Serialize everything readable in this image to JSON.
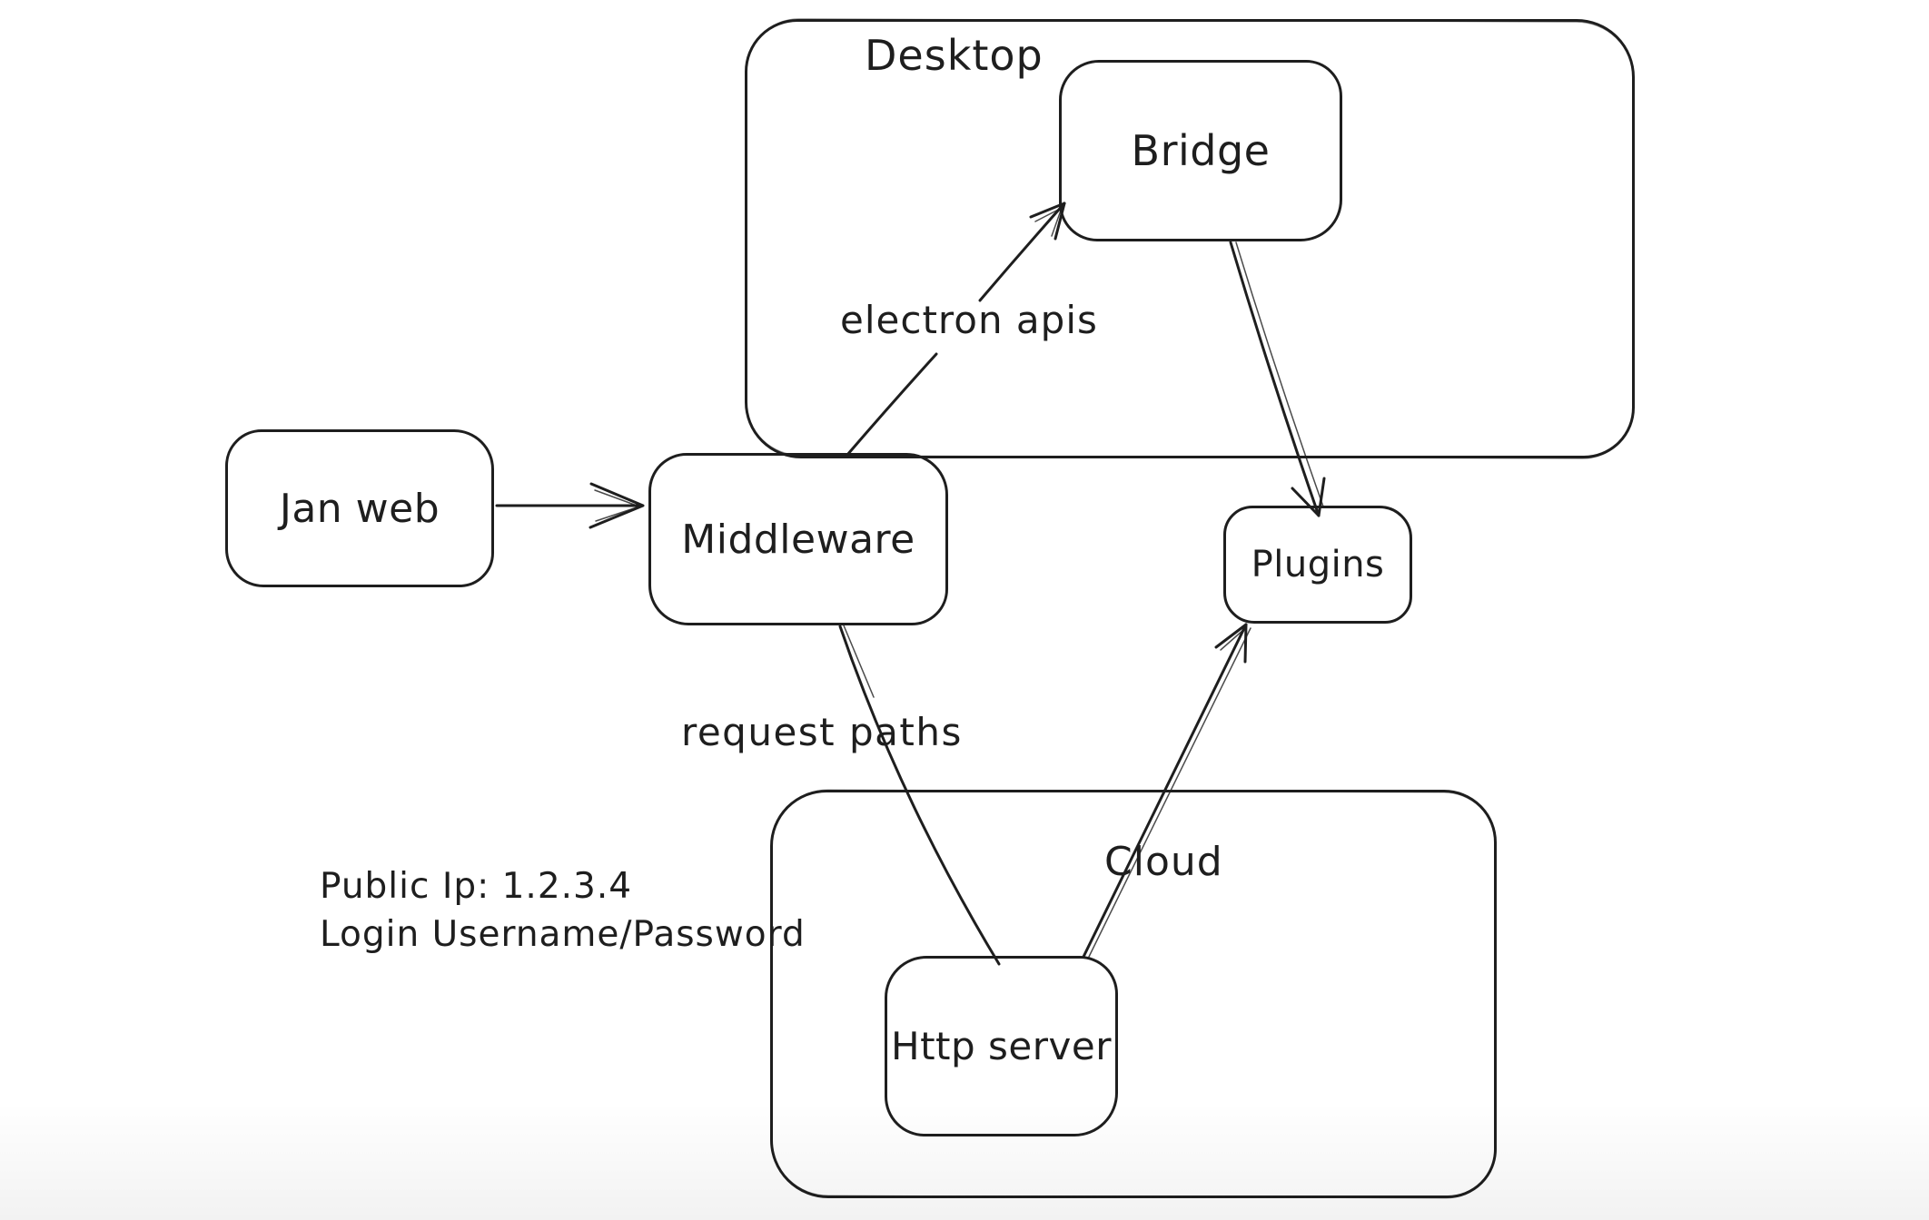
{
  "app": {
    "type": "whiteboard-diagram",
    "background_color": "#ffffff",
    "stroke_color": "#1e1e1e"
  },
  "containers": {
    "desktop": {
      "label": "Desktop"
    },
    "cloud": {
      "label": "Cloud"
    }
  },
  "nodes": {
    "jan_web": {
      "label": "Jan web"
    },
    "middleware": {
      "label": "Middleware"
    },
    "bridge": {
      "label": "Bridge"
    },
    "plugins": {
      "label": "Plugins"
    },
    "http_server": {
      "label": "Http server"
    }
  },
  "edges": [
    {
      "from": "Jan web",
      "to": "Middleware",
      "label": "",
      "arrowhead": "end"
    },
    {
      "from": "Middleware",
      "to": "Bridge",
      "label": "electron apis",
      "arrowhead": "end"
    },
    {
      "from": "Bridge",
      "to": "Plugins",
      "label": "",
      "arrowhead": "end"
    },
    {
      "from": "Middleware",
      "to": "Http server",
      "label": "request paths",
      "arrowhead": "none"
    },
    {
      "from": "Http server",
      "to": "Plugins",
      "label": "",
      "arrowhead": "end"
    }
  ],
  "note": {
    "line1": "Public Ip: 1.2.3.4",
    "line2": "Login Username/Password"
  }
}
